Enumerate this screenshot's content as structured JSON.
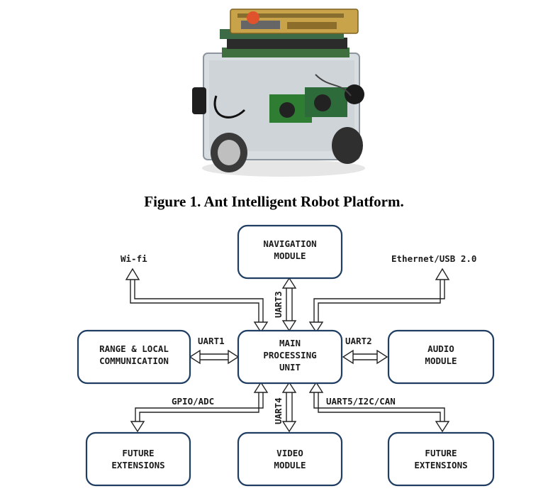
{
  "caption": "Figure 1. Ant Intelligent Robot Platform.",
  "modules": {
    "navigation": [
      "NAVIGATION",
      "MODULE"
    ],
    "main": [
      "MAIN",
      "PROCESSING",
      "UNIT"
    ],
    "range": [
      "RANGE & LOCAL",
      "COMMUNICATION"
    ],
    "audio": [
      "AUDIO",
      "MODULE"
    ],
    "future_left": [
      "FUTURE",
      "EXTENSIONS"
    ],
    "video": [
      "VIDEO",
      "MODULE"
    ],
    "future_right": [
      "FUTURE",
      "EXTENSIONS"
    ]
  },
  "external": {
    "wifi": "Wi-fi",
    "ethernet": "Ethernet/USB 2.0"
  },
  "connections": {
    "uart1": "UART1",
    "uart2": "UART2",
    "uart3": "UART3",
    "uart4": "UART4",
    "gpio": "GPIO/ADC",
    "uart5": "UART5/I2C/CAN"
  }
}
